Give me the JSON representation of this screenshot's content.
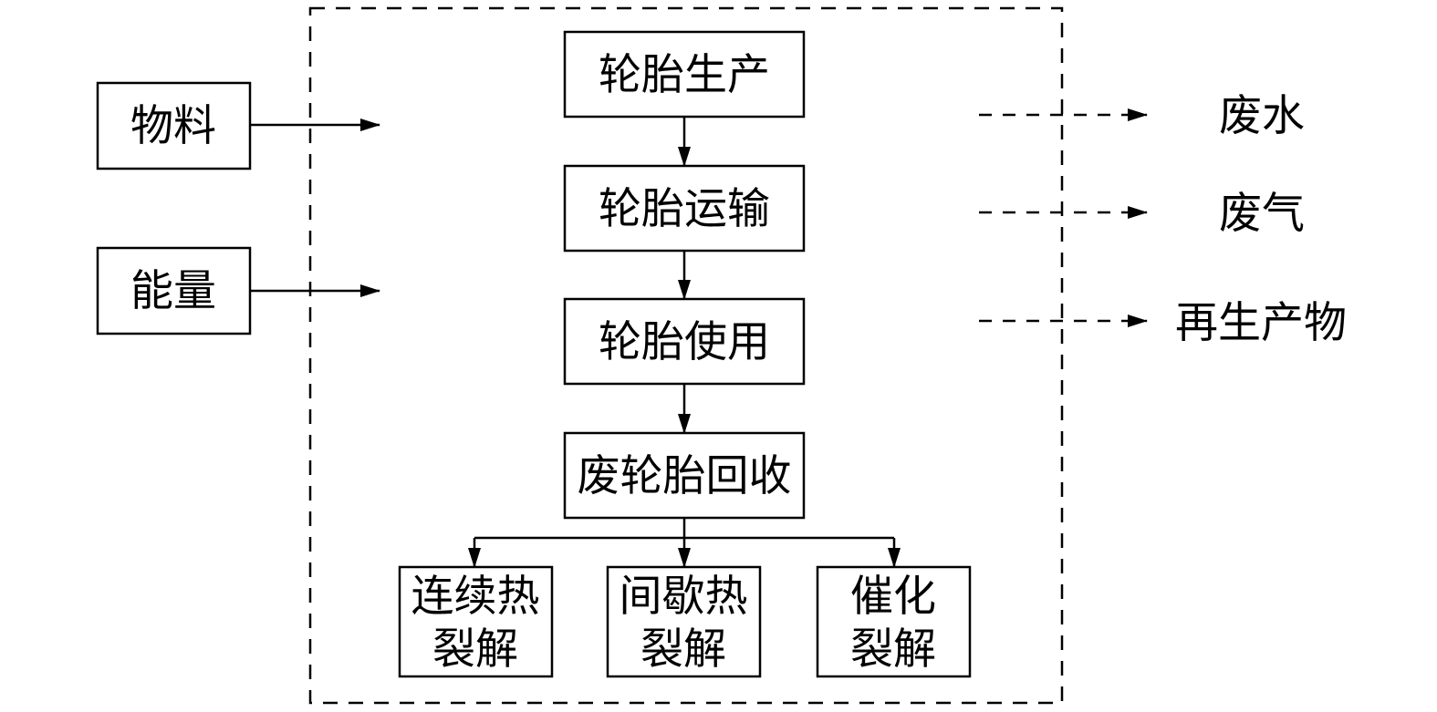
{
  "inputs": {
    "materials": "物料",
    "energy": "能量"
  },
  "process": {
    "production": "轮胎生产",
    "transport": "轮胎运输",
    "use": "轮胎使用",
    "recycling": "废轮胎回收"
  },
  "methods": {
    "continuous_line1": "连续热",
    "continuous_line2": "裂解",
    "intermittent_line1": "间歇热",
    "intermittent_line2": "裂解",
    "catalytic_line1": "催化",
    "catalytic_line2": "裂解"
  },
  "outputs": {
    "wastewater": "废水",
    "exhaust": "废气",
    "recycled_products": "再生产物"
  }
}
